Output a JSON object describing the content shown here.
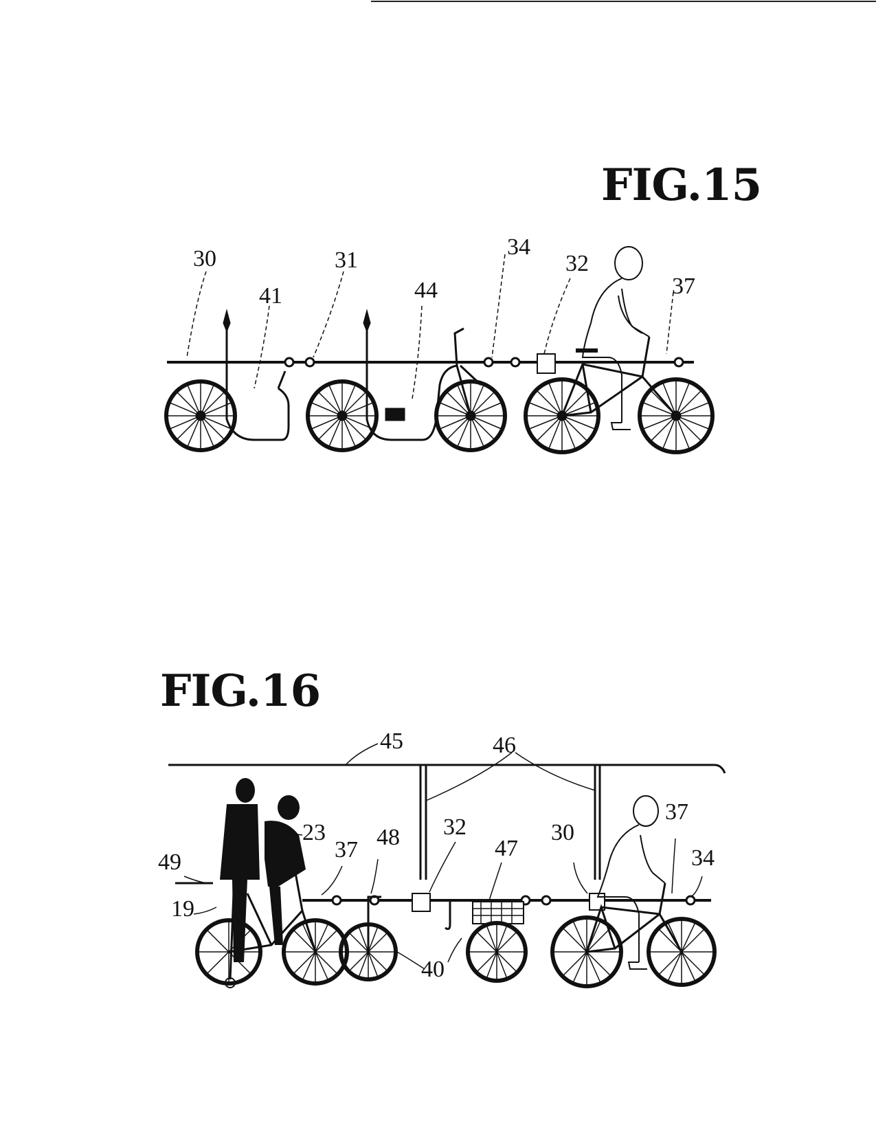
{
  "figures": [
    {
      "title": "FIG.15",
      "labels": [
        "30",
        "41",
        "31",
        "44",
        "34",
        "32",
        "37"
      ]
    },
    {
      "title": "FIG.16",
      "labels": [
        "45",
        "46",
        "23",
        "37",
        "48",
        "32",
        "47",
        "30",
        "37",
        "34",
        "49",
        "19",
        "40"
      ]
    }
  ],
  "colors": {
    "ink": "#111111",
    "paper": "#ffffff"
  }
}
